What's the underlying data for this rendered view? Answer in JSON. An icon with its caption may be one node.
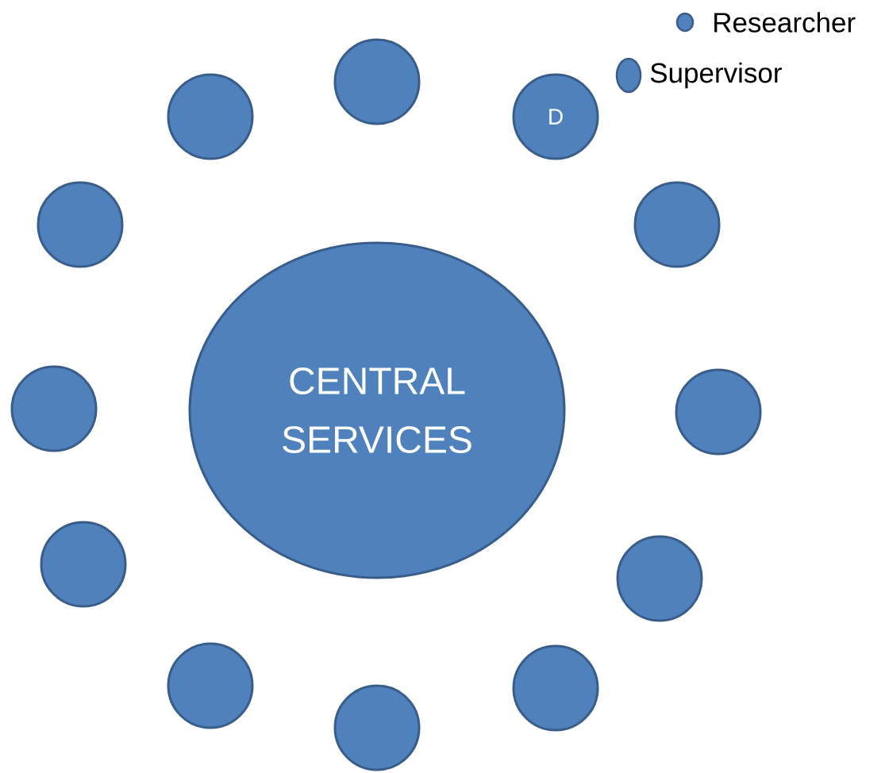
{
  "diagram": {
    "nodes": [
      {
        "text": [],
        "shape": "circle"
      },
      {
        "text": [],
        "shape": "circle"
      },
      {
        "text": [
          "D"
        ]
      },
      {
        "text": [],
        "shape": "circle"
      },
      {
        "text": [],
        "shape": "circle"
      },
      {
        "text": [
          "CENTRAL SERVICES"
        ]
      },
      {
        "text": [],
        "shape": "circle"
      },
      {
        "text": [],
        "shape": "circle"
      },
      {
        "text": [],
        "shape": "circle"
      },
      {
        "text": [],
        "shape": "circle"
      },
      {
        "text": [],
        "shape": "circle"
      },
      {
        "text": [],
        "shape": "circle"
      },
      {
        "text": [],
        "shape": "circle"
      }
    ],
    "legend": [
      {
        "text": "Researcher"
      },
      {
        "text": "Supervisor"
      }
    ]
  }
}
